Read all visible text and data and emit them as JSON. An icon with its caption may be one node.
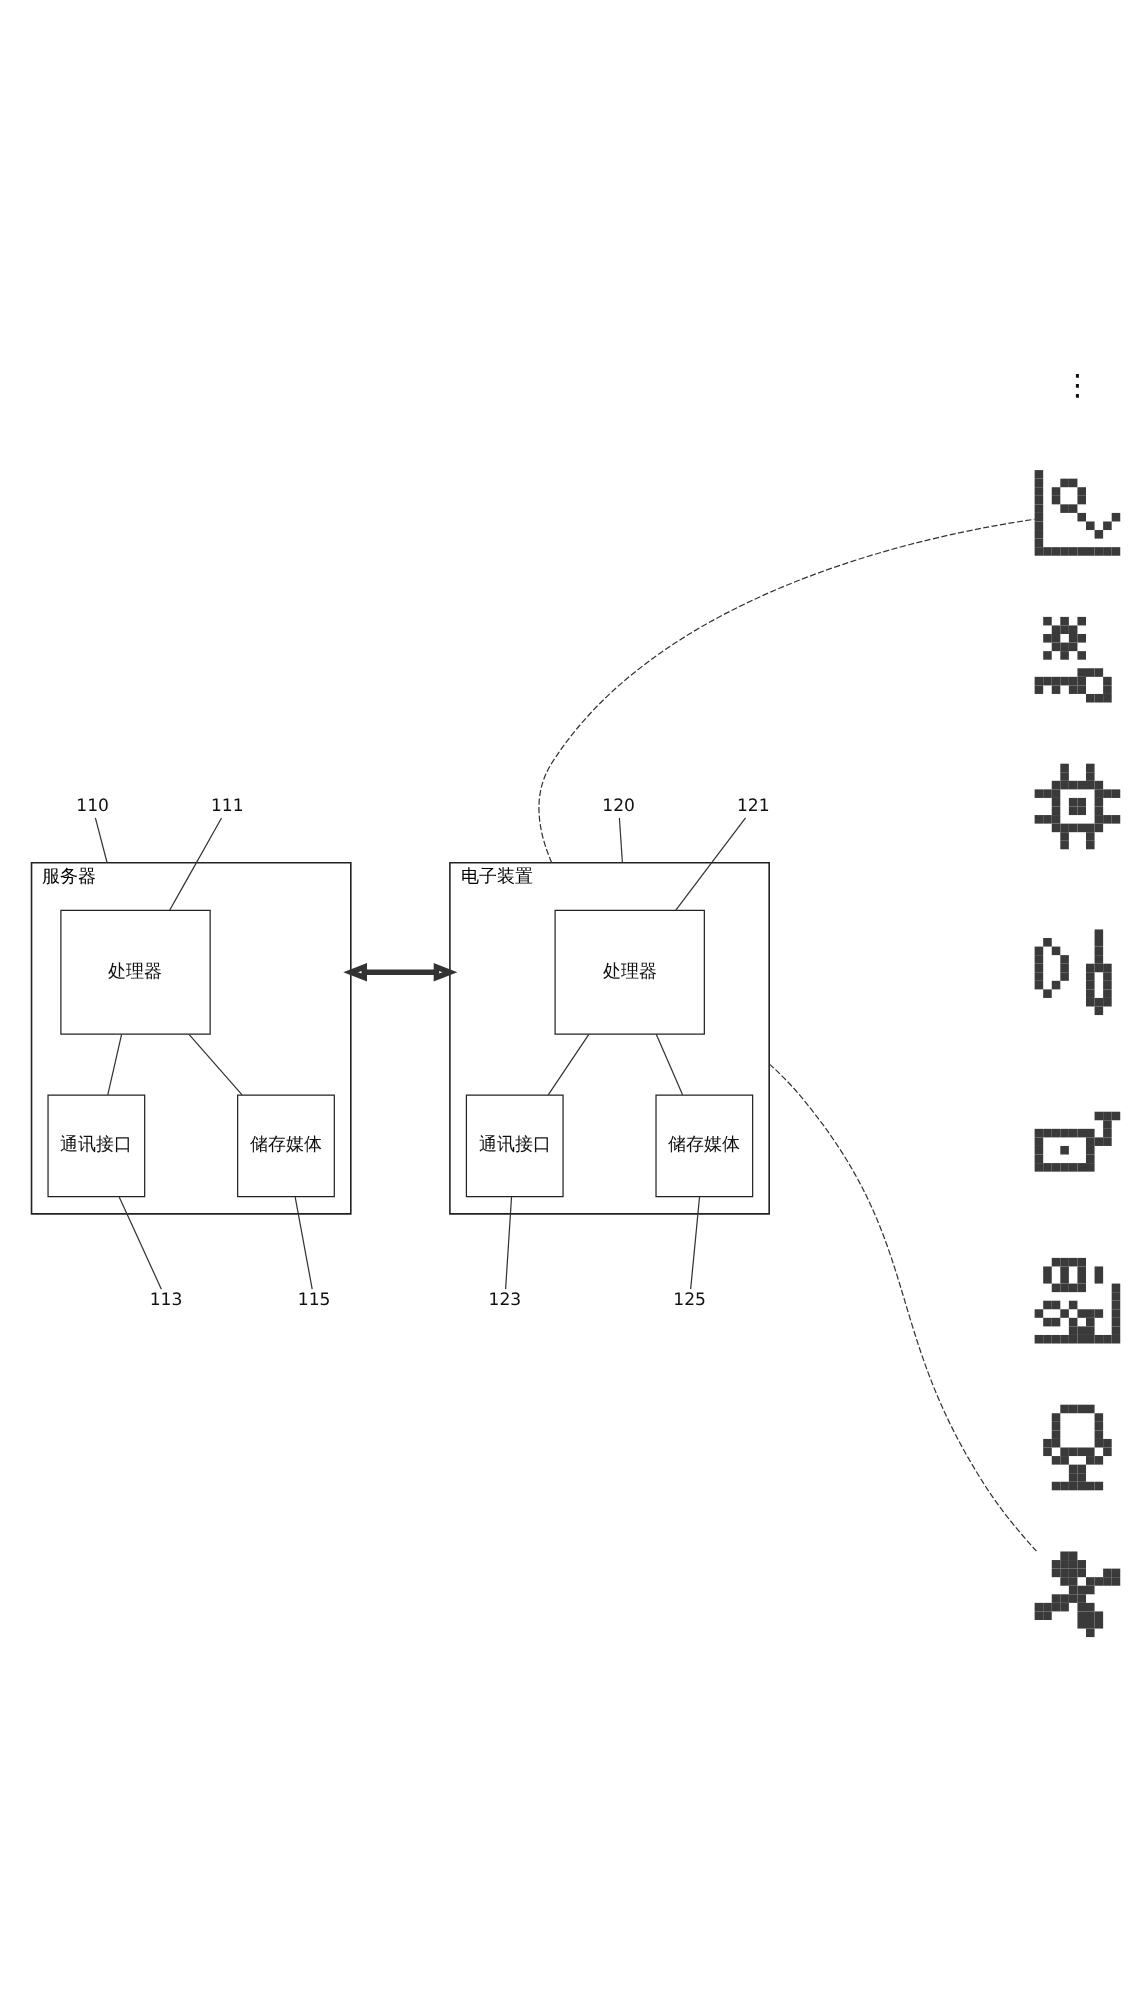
{
  "diagram": {
    "nodes": [
      {
        "text": [
          "服务器"
        ]
      },
      {
        "text": [
          "处理器"
        ],
        "in": 0
      },
      {
        "text": [
          "通讯接口"
        ],
        "in": 0
      },
      {
        "text": [
          "储存媒体"
        ],
        "in": 0
      },
      {
        "text": [
          "电子装置"
        ]
      },
      {
        "text": [
          "处理器"
        ],
        "in": 4
      },
      {
        "text": [
          "通讯接口"
        ],
        "in": 4
      },
      {
        "text": [
          "储存媒体"
        ],
        "in": 4
      },
      {
        "text": [
          "110"
        ]
      },
      {
        "text": [
          "111"
        ]
      },
      {
        "text": [
          "113"
        ]
      },
      {
        "text": [
          "115"
        ]
      },
      {
        "text": [
          "120"
        ]
      },
      {
        "text": [
          "121"
        ]
      },
      {
        "text": [
          "123"
        ]
      },
      {
        "text": [
          "125"
        ]
      },
      {
        "text": [],
        "shape": "picture"
      },
      {
        "text": [],
        "shape": "picture"
      },
      {
        "text": [],
        "shape": "picture"
      },
      {
        "text": [],
        "shape": "picture"
      },
      {
        "text": [],
        "shape": "picture"
      },
      {
        "text": [],
        "shape": "picture"
      },
      {
        "text": [],
        "shape": "picture"
      },
      {
        "text": [],
        "shape": "picture"
      }
    ],
    "edges": [
      {
        "from": 1,
        "to": 2,
        "arrow": "none"
      },
      {
        "from": 1,
        "to": 3,
        "arrow": "none"
      },
      {
        "from": 5,
        "to": 6,
        "arrow": "none"
      },
      {
        "from": 5,
        "to": 7,
        "arrow": "none"
      },
      {
        "from": 0,
        "to": 4,
        "arrow": "both",
        "style": "thick"
      },
      {
        "from": 8,
        "to": 0,
        "arrow": "none"
      },
      {
        "from": 9,
        "to": 1,
        "arrow": "none"
      },
      {
        "from": 10,
        "to": 2,
        "arrow": "none"
      },
      {
        "from": 11,
        "to": 3,
        "arrow": "none"
      },
      {
        "from": 12,
        "to": 4,
        "arrow": "none"
      },
      {
        "from": 13,
        "to": 5,
        "arrow": "none"
      },
      {
        "from": 14,
        "to": 6,
        "arrow": "none"
      },
      {
        "from": 15,
        "to": 7,
        "arrow": "none"
      },
      {
        "from": 4,
        "to": 16,
        "arrow": "none",
        "style": "dashed"
      },
      {
        "from": 4,
        "to": 23,
        "arrow": "none",
        "style": "dashed"
      }
    ],
    "labels": [
      "⋮"
    ]
  }
}
